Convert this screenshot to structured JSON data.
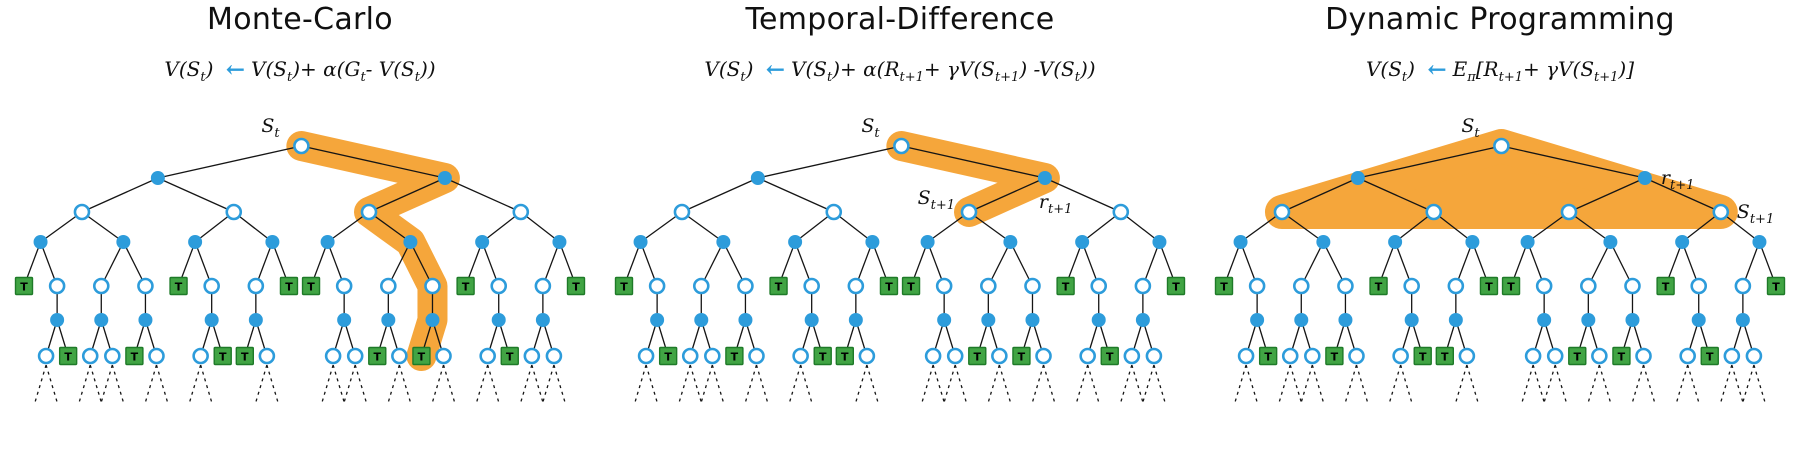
{
  "colors": {
    "node_blue": "#2D9CDB",
    "terminal_green": "#41A444",
    "terminal_border": "#1E7A28",
    "highlight_orange": "#F5A63B",
    "edge_black": "#151515",
    "text_black": "#101010"
  },
  "panels": [
    {
      "title": "Monte-Carlo",
      "equation": [
        {
          "t": "V(S"
        },
        {
          "t": "t",
          "sub": true
        },
        {
          "t": ") "
        },
        {
          "t": "←",
          "arrow": true
        },
        {
          "t": "V(S"
        },
        {
          "t": "t",
          "sub": true
        },
        {
          "t": ")+ α(G"
        },
        {
          "t": "t",
          "sub": true
        },
        {
          "t": "- V(S"
        },
        {
          "t": "t",
          "sub": true
        },
        {
          "t": "))"
        }
      ],
      "highlight": {
        "type": "path",
        "nodes": [
          "r",
          "a1",
          "s10",
          "b5",
          "c11",
          "d7",
          "e14"
        ]
      },
      "labels": [
        {
          "node": "r",
          "side": "above-left",
          "text": [
            {
              "t": "S"
            },
            {
              "t": "t",
              "sub": true
            }
          ]
        }
      ]
    },
    {
      "title": "Temporal-Difference",
      "equation": [
        {
          "t": "V(S"
        },
        {
          "t": "t",
          "sub": true
        },
        {
          "t": ") "
        },
        {
          "t": "←",
          "arrow": true
        },
        {
          "t": "V(S"
        },
        {
          "t": "t",
          "sub": true
        },
        {
          "t": ")+ α(R"
        },
        {
          "t": "t+1",
          "sub": true
        },
        {
          "t": "+ γV(S"
        },
        {
          "t": "t+1",
          "sub": true
        },
        {
          "t": ") -V(S"
        },
        {
          "t": "t",
          "sub": true
        },
        {
          "t": "))"
        }
      ],
      "highlight": {
        "type": "path",
        "nodes": [
          "r",
          "a1",
          "s10"
        ]
      },
      "labels": [
        {
          "node": "r",
          "side": "above-left",
          "text": [
            {
              "t": "S"
            },
            {
              "t": "t",
              "sub": true
            }
          ]
        },
        {
          "node": "s10",
          "side": "left",
          "text": [
            {
              "t": "S"
            },
            {
              "t": "t+1",
              "sub": true
            }
          ]
        },
        {
          "node": "a1",
          "side": "below",
          "text": [
            {
              "t": "r"
            },
            {
              "t": "t+1",
              "sub": true
            }
          ]
        }
      ]
    },
    {
      "title": "Dynamic Programming",
      "equation": [
        {
          "t": "V(S"
        },
        {
          "t": "t",
          "sub": true
        },
        {
          "t": ") "
        },
        {
          "t": "←",
          "arrow": true
        },
        {
          "t": "E"
        },
        {
          "t": "π",
          "sub": true
        },
        {
          "t": "[R"
        },
        {
          "t": "t+1",
          "sub": true
        },
        {
          "t": "+ γV(S"
        },
        {
          "t": "t+1",
          "sub": true
        },
        {
          "t": ")]"
        }
      ],
      "highlight": {
        "type": "region",
        "nodes": [
          "r",
          "s11",
          "s00"
        ]
      },
      "labels": [
        {
          "node": "r",
          "side": "above-left",
          "text": [
            {
              "t": "S"
            },
            {
              "t": "t",
              "sub": true
            }
          ]
        },
        {
          "node": "a1",
          "side": "right",
          "text": [
            {
              "t": "r"
            },
            {
              "t": "t+1",
              "sub": true
            }
          ]
        },
        {
          "node": "s11",
          "side": "right",
          "text": [
            {
              "t": "S"
            },
            {
              "t": "t+1",
              "sub": true
            }
          ]
        }
      ]
    }
  ],
  "tree": {
    "terminal_label": "T",
    "root": {
      "id": "r",
      "type": "state",
      "children": [
        {
          "id": "a0",
          "type": "action",
          "children": [
            {
              "id": "s00",
              "type": "state",
              "children": [
                {
                  "id": "b0",
                  "type": "action",
                  "children": [
                    {
                      "id": "c0",
                      "type": "terminal"
                    },
                    {
                      "id": "c1",
                      "type": "state",
                      "children": [
                        {
                          "id": "d0",
                          "type": "action",
                          "children": [
                            {
                              "id": "e0",
                              "type": "state",
                              "cont": true
                            },
                            {
                              "id": "e1",
                              "type": "terminal"
                            }
                          ]
                        }
                      ]
                    }
                  ]
                },
                {
                  "id": "b1",
                  "type": "action",
                  "children": [
                    {
                      "id": "c2",
                      "type": "state",
                      "children": [
                        {
                          "id": "d1",
                          "type": "action",
                          "children": [
                            {
                              "id": "e2",
                              "type": "state",
                              "cont": true
                            },
                            {
                              "id": "e3",
                              "type": "state",
                              "cont": true
                            }
                          ]
                        }
                      ]
                    },
                    {
                      "id": "c3",
                      "type": "state",
                      "children": [
                        {
                          "id": "d2",
                          "type": "action",
                          "children": [
                            {
                              "id": "e4",
                              "type": "terminal"
                            },
                            {
                              "id": "e5",
                              "type": "state",
                              "cont": true
                            }
                          ]
                        }
                      ]
                    }
                  ]
                }
              ]
            },
            {
              "id": "s01",
              "type": "state",
              "children": [
                {
                  "id": "b2",
                  "type": "action",
                  "children": [
                    {
                      "id": "c4",
                      "type": "terminal"
                    },
                    {
                      "id": "c5",
                      "type": "state",
                      "children": [
                        {
                          "id": "d3",
                          "type": "action",
                          "children": [
                            {
                              "id": "e6",
                              "type": "state",
                              "cont": true
                            },
                            {
                              "id": "e7",
                              "type": "terminal"
                            }
                          ]
                        }
                      ]
                    }
                  ]
                },
                {
                  "id": "b3",
                  "type": "action",
                  "children": [
                    {
                      "id": "c6",
                      "type": "state",
                      "children": [
                        {
                          "id": "d4",
                          "type": "action",
                          "children": [
                            {
                              "id": "e8",
                              "type": "terminal"
                            },
                            {
                              "id": "e9",
                              "type": "state",
                              "cont": true
                            }
                          ]
                        }
                      ]
                    },
                    {
                      "id": "c7",
                      "type": "terminal"
                    }
                  ]
                }
              ]
            }
          ]
        },
        {
          "id": "a1",
          "type": "action",
          "children": [
            {
              "id": "s10",
              "type": "state",
              "children": [
                {
                  "id": "b4",
                  "type": "action",
                  "children": [
                    {
                      "id": "c8",
                      "type": "terminal"
                    },
                    {
                      "id": "c9",
                      "type": "state",
                      "children": [
                        {
                          "id": "d5",
                          "type": "action",
                          "children": [
                            {
                              "id": "e10",
                              "type": "state",
                              "cont": true
                            },
                            {
                              "id": "e11",
                              "type": "state",
                              "cont": true
                            }
                          ]
                        }
                      ]
                    }
                  ]
                },
                {
                  "id": "b5",
                  "type": "action",
                  "children": [
                    {
                      "id": "c10",
                      "type": "state",
                      "children": [
                        {
                          "id": "d6",
                          "type": "action",
                          "children": [
                            {
                              "id": "e12",
                              "type": "terminal"
                            },
                            {
                              "id": "e13",
                              "type": "state",
                              "cont": true
                            }
                          ]
                        }
                      ]
                    },
                    {
                      "id": "c11",
                      "type": "state",
                      "children": [
                        {
                          "id": "d7",
                          "type": "action",
                          "children": [
                            {
                              "id": "e14",
                              "type": "terminal"
                            },
                            {
                              "id": "e15",
                              "type": "state",
                              "cont": true
                            }
                          ]
                        }
                      ]
                    }
                  ]
                }
              ]
            },
            {
              "id": "s11",
              "type": "state",
              "children": [
                {
                  "id": "b6",
                  "type": "action",
                  "children": [
                    {
                      "id": "c12",
                      "type": "terminal"
                    },
                    {
                      "id": "c13",
                      "type": "state",
                      "children": [
                        {
                          "id": "d8",
                          "type": "action",
                          "children": [
                            {
                              "id": "e16",
                              "type": "state",
                              "cont": true
                            },
                            {
                              "id": "e17",
                              "type": "terminal"
                            }
                          ]
                        }
                      ]
                    }
                  ]
                },
                {
                  "id": "b7",
                  "type": "action",
                  "children": [
                    {
                      "id": "c14",
                      "type": "state",
                      "children": [
                        {
                          "id": "d9",
                          "type": "action",
                          "children": [
                            {
                              "id": "e18",
                              "type": "state",
                              "cont": true
                            },
                            {
                              "id": "e19",
                              "type": "state",
                              "cont": true
                            }
                          ]
                        }
                      ]
                    },
                    {
                      "id": "c15",
                      "type": "terminal"
                    }
                  ]
                }
              ]
            }
          ]
        }
      ]
    }
  }
}
